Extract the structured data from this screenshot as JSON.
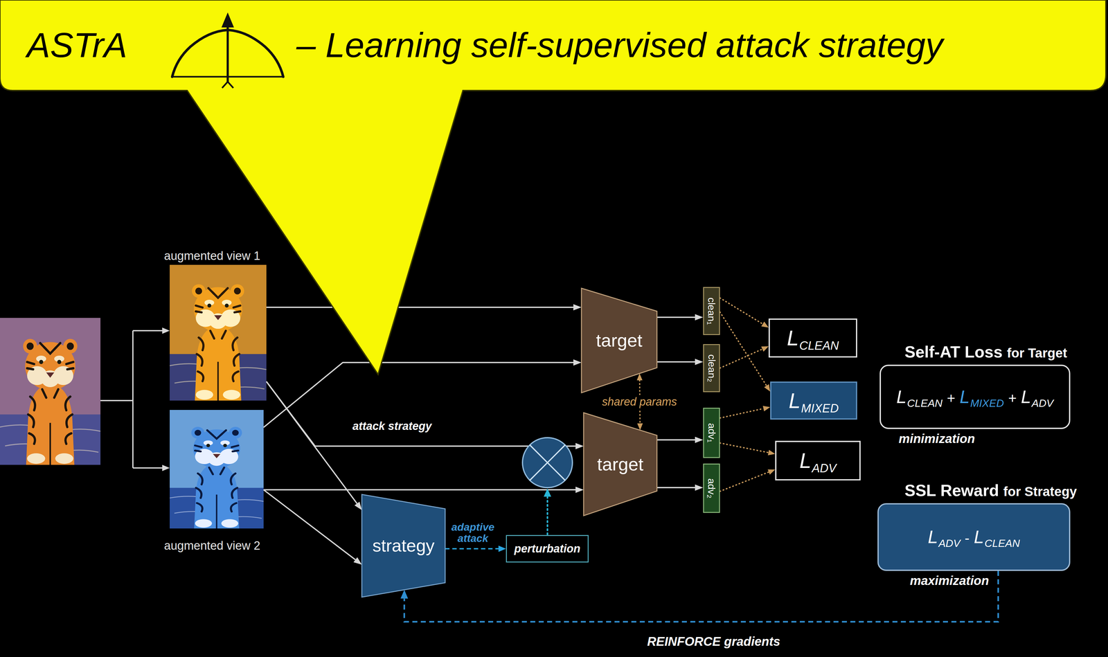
{
  "diagram": {
    "nodes": [
      {
        "text": [
          "ASTrA",
          "– Learning self-supervised attack strategy"
        ]
      },
      {
        "text": [
          "augmented view 1"
        ]
      },
      {
        "text": [
          "augmented view 2"
        ]
      },
      {
        "text": [
          "target"
        ]
      },
      {
        "text": [
          "target"
        ]
      },
      {
        "text": [
          "strategy"
        ]
      },
      {
        "text": [
          "perturbation"
        ]
      },
      {
        "text": [
          "clean₁"
        ]
      },
      {
        "text": [
          "clean₂"
        ]
      },
      {
        "text": [
          "adv₁"
        ]
      },
      {
        "text": [
          "adv₂"
        ]
      },
      {
        "text": [
          "L",
          "CLEAN"
        ]
      },
      {
        "text": [
          "L",
          "MIXED"
        ]
      },
      {
        "text": [
          "L",
          "ADV"
        ]
      },
      {
        "text": [
          "Self-AT Loss",
          "for Target",
          "L",
          "CLEAN",
          "+",
          "L",
          "MIXED",
          "+",
          "L",
          "ADV",
          "minimization"
        ]
      },
      {
        "text": [
          "SSL Reward",
          "for Strategy",
          "L",
          "ADV",
          "-",
          "L",
          "CLEAN",
          "maximization"
        ]
      }
    ],
    "edges": [
      {
        "from": 1,
        "to": 3,
        "arrow": "to"
      },
      {
        "from": 2,
        "to": 3,
        "arrow": "to"
      },
      {
        "from": 1,
        "to": 4,
        "label": "attack strategy",
        "arrow": "to"
      },
      {
        "from": 2,
        "to": 4,
        "arrow": "to"
      },
      {
        "from": 1,
        "to": 5,
        "arrow": "to"
      },
      {
        "from": 2,
        "to": 5,
        "arrow": "to"
      },
      {
        "from": 5,
        "to": 6,
        "label": "adaptive attack",
        "arrow": "to"
      },
      {
        "from": 3,
        "to": 4,
        "label": "shared params",
        "arrow": "both"
      },
      {
        "from": 3,
        "to": 7,
        "arrow": "to"
      },
      {
        "from": 3,
        "to": 8,
        "arrow": "to"
      },
      {
        "from": 4,
        "to": 9,
        "arrow": "to"
      },
      {
        "from": 4,
        "to": 10,
        "arrow": "to"
      },
      {
        "from": 7,
        "to": 11,
        "arrow": "to"
      },
      {
        "from": 8,
        "to": 11,
        "arrow": "to"
      },
      {
        "from": 7,
        "to": 12,
        "arrow": "to"
      },
      {
        "from": 9,
        "to": 12,
        "arrow": "to"
      },
      {
        "from": 9,
        "to": 13,
        "arrow": "to"
      },
      {
        "from": 10,
        "to": 13,
        "arrow": "to"
      },
      {
        "from": 15,
        "to": 5,
        "label": "REINFORCE gradients",
        "arrow": "to"
      }
    ]
  }
}
